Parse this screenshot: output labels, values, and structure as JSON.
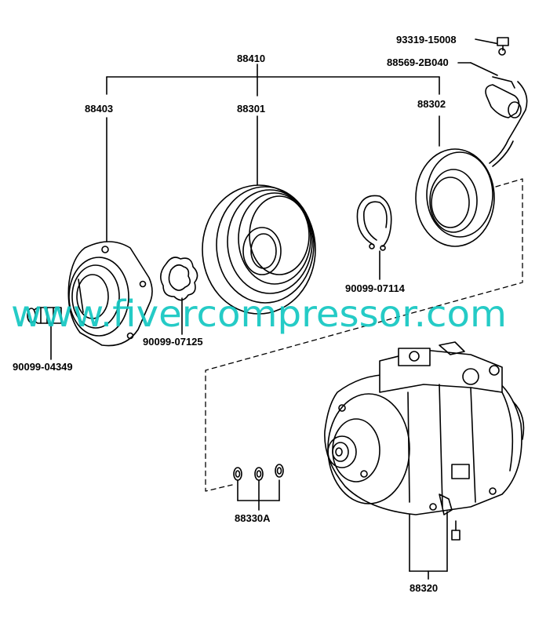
{
  "diagram": {
    "labels": {
      "assembly": "88410",
      "pressure_plate": "88403",
      "pulley": "88301",
      "field_coil": "88302",
      "bolt": "93319-15008",
      "clamp": "88569-2B040",
      "snap_ring": "90099-07114",
      "shim": "90099-07125",
      "nut": "90099-04349",
      "washers": "88330A",
      "compressor": "88320"
    },
    "watermark": "www.fivercompressor.com",
    "colors": {
      "line": "#000000",
      "watermark": "#13c7c2"
    }
  }
}
